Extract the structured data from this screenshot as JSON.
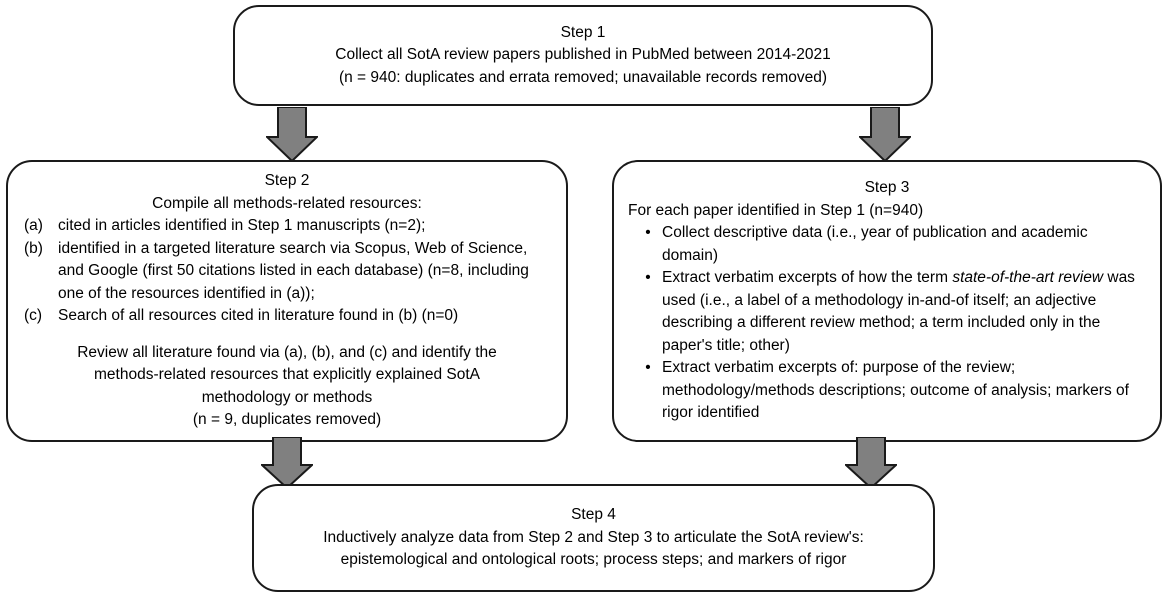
{
  "diagram": {
    "title": "Four-step state-of-the-art review methodology flowchart",
    "stroke_color": "#1a1a1a",
    "arrow_fill": "#808080",
    "arrow_stroke": "#1a1a1a",
    "background": "#ffffff"
  },
  "step1": {
    "heading": "Step 1",
    "line1": "Collect all SotA review papers published in PubMed between 2014-2021",
    "line2": "(n = 940: duplicates and errata removed; unavailable records removed)"
  },
  "step2": {
    "heading": "Step 2",
    "intro": "Compile all methods-related resources:",
    "items": [
      {
        "marker": "(a)",
        "text": "cited in articles identified in Step 1 manuscripts (n=2);"
      },
      {
        "marker": "(b)",
        "text": "identified in a targeted literature search via Scopus, Web of Science, and Google (first 50 citations listed in each database) (n=8, including one of the resources identified in (a));"
      },
      {
        "marker": "(c)",
        "text": "Search of all resources cited in literature found in (b) (n=0)"
      }
    ],
    "closing": "Review all literature found via (a), (b), and (c) and identify the methods-related resources that explicitly explained SotA methodology or methods",
    "closing_count": "(n = 9, duplicates removed)"
  },
  "step3": {
    "heading": "Step 3",
    "intro": "For each paper identified in Step 1 (n=940)",
    "bullet_glyph": "•",
    "items": [
      {
        "pre": "Collect descriptive data (i.e., year of publication and academic domain)",
        "italic": "",
        "post": ""
      },
      {
        "pre": "Extract verbatim excerpts of how the term ",
        "italic": "state-of-the-art review",
        "post": " was used (i.e., a label of a methodology in-and-of itself; an adjective describing a different review method; a term included only in the paper's title; other)"
      },
      {
        "pre": "Extract verbatim excerpts of: purpose of the review; methodology/methods descriptions; outcome of analysis; markers of rigor identified",
        "italic": "",
        "post": ""
      }
    ]
  },
  "step4": {
    "heading": "Step 4",
    "line1": "Inductively analyze data from Step 2 and Step 3 to articulate the SotA review's:",
    "line2": "epistemological and ontological roots; process steps; and markers of rigor"
  },
  "connectors": [
    {
      "name": "arrow-step1-to-step2",
      "from": "step1",
      "to": "step2"
    },
    {
      "name": "arrow-step1-to-step3",
      "from": "step1",
      "to": "step3"
    },
    {
      "name": "arrow-step2-to-step4",
      "from": "step2",
      "to": "step4"
    },
    {
      "name": "arrow-step3-to-step4",
      "from": "step3",
      "to": "step4"
    }
  ]
}
